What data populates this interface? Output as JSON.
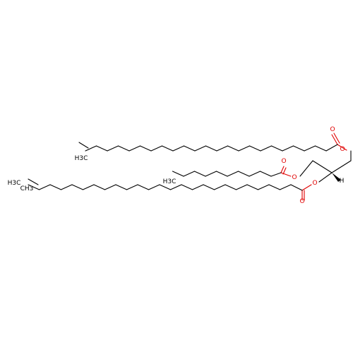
{
  "colors": {
    "carbon_bond": "#000000",
    "oxygen": "#e00000",
    "background": "#ffffff"
  },
  "atom_labels": {
    "o_ester1_single": "O",
    "o_ester1_double": "O",
    "o_ester2_single": "O",
    "o_ester2_double": "O",
    "o_ester3_single": "O",
    "o_ester3_double": "O",
    "stereo_h": "H",
    "methyl_top_left": "H3C",
    "methyl_mid_left": "H3C",
    "ethyl_bottom_left": "H3C",
    "methyl_bottom_left": "CH3"
  }
}
